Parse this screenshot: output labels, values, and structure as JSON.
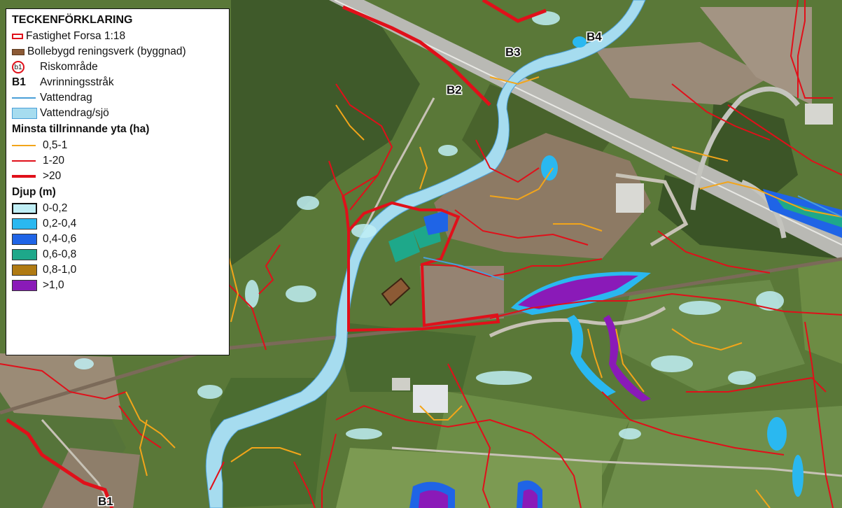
{
  "legend": {
    "title": "TECKENFÖRKLARING",
    "items": [
      {
        "symbol": "property-outline",
        "label": "Fastighet Forsa 1:18",
        "color": "#e0101a"
      },
      {
        "symbol": "building",
        "label": "Bollebygd reningsverk (byggnad)",
        "color": "#8c5a35"
      },
      {
        "symbol": "risk-circle",
        "symbol_text": "b1",
        "label": "Riskområde",
        "color": "#e0101a"
      },
      {
        "symbol": "drainage-label",
        "symbol_text": "B1",
        "label": "Avrinningsstråk"
      },
      {
        "symbol": "watercourse-line",
        "label": "Vattendrag",
        "color": "#4a9fd8"
      },
      {
        "symbol": "water-area",
        "label": "Vattendrag/sjö",
        "color": "#a6dcef"
      }
    ],
    "min_area_heading": "Minsta tillrinnande yta (ha)",
    "min_area_items": [
      {
        "label": "0,5-1",
        "color": "#f2a51a"
      },
      {
        "label": "1-20",
        "color": "#e0101a"
      },
      {
        "label": ">20",
        "color": "#e0101a"
      }
    ],
    "depth_heading": "Djup (m)",
    "depth_items": [
      {
        "label": "0-0,2",
        "color": "#bfeef5"
      },
      {
        "label": "0,2-0,4",
        "color": "#2ab8f0"
      },
      {
        "label": "0,4-0,6",
        "color": "#1f64e6"
      },
      {
        "label": "0,6-0,8",
        "color": "#1ea88a"
      },
      {
        "label": "0,8-1,0",
        "color": "#b07a12"
      },
      {
        "label": ">1,0",
        "color": "#8a1ab8"
      }
    ]
  },
  "map": {
    "labels": [
      "B1",
      "B2",
      "B3",
      "B4"
    ]
  }
}
